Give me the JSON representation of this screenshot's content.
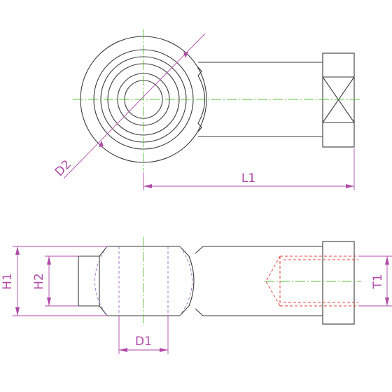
{
  "drawing": {
    "dimensions": {
      "d2": "D2",
      "l1": "L1",
      "h1": "H1",
      "h2": "H2",
      "d1": "D1",
      "t1": "T1"
    },
    "colors": {
      "outline": "#3a3a3a",
      "center_line": "#5bbf3a",
      "dimension": "#b04aa8",
      "hidden_line": "#9a6fc0",
      "thread": "#e8403a"
    }
  }
}
